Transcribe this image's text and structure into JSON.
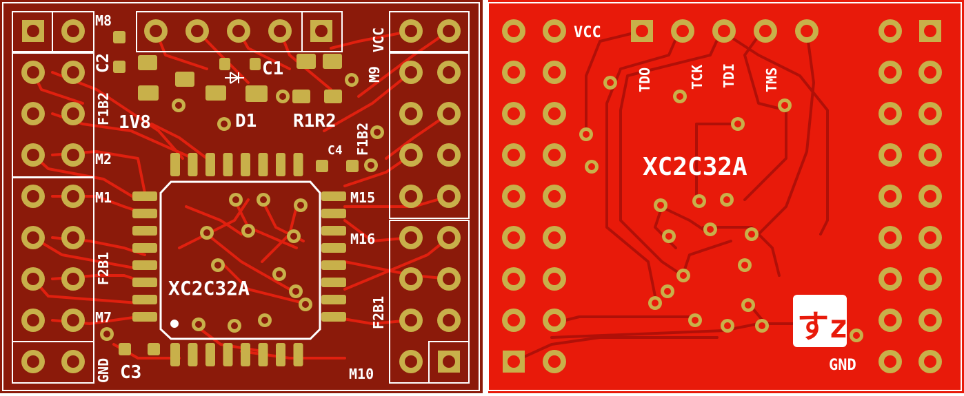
{
  "colors": {
    "board_front": "#8b1a0a",
    "board_back": "#e81a0a",
    "trace_front": "#e0200f",
    "trace_back": "#b01008",
    "copper_gold": "#c8b04a",
    "silk": "#ffffff",
    "drill": "#8b1a0a"
  },
  "front": {
    "labels": {
      "m8": "M8",
      "c2": "C2",
      "vcc": "VCC",
      "c1": "C1",
      "m9": "M9",
      "f1b2_left": "F1B2",
      "onev8": "1V8",
      "d1": "D1",
      "r1r2": "R1R2",
      "f1b2_right": "F1B2",
      "c4": "C4",
      "m2": "M2",
      "m1": "M1",
      "m15": "M15",
      "m16": "M16",
      "f2b1_left": "F2B1",
      "chip": "XC2C32A",
      "m7": "M7",
      "f2b1_right": "F2B1",
      "gnd": "GND",
      "c3": "C3",
      "m10": "M10"
    }
  },
  "back": {
    "labels": {
      "vcc": "VCC",
      "tdo": "TDO",
      "tck": "TCK",
      "tdi": "TDI",
      "tms": "TMS",
      "chip": "XC2C32A",
      "gnd": "GND",
      "logo": "すz"
    }
  }
}
